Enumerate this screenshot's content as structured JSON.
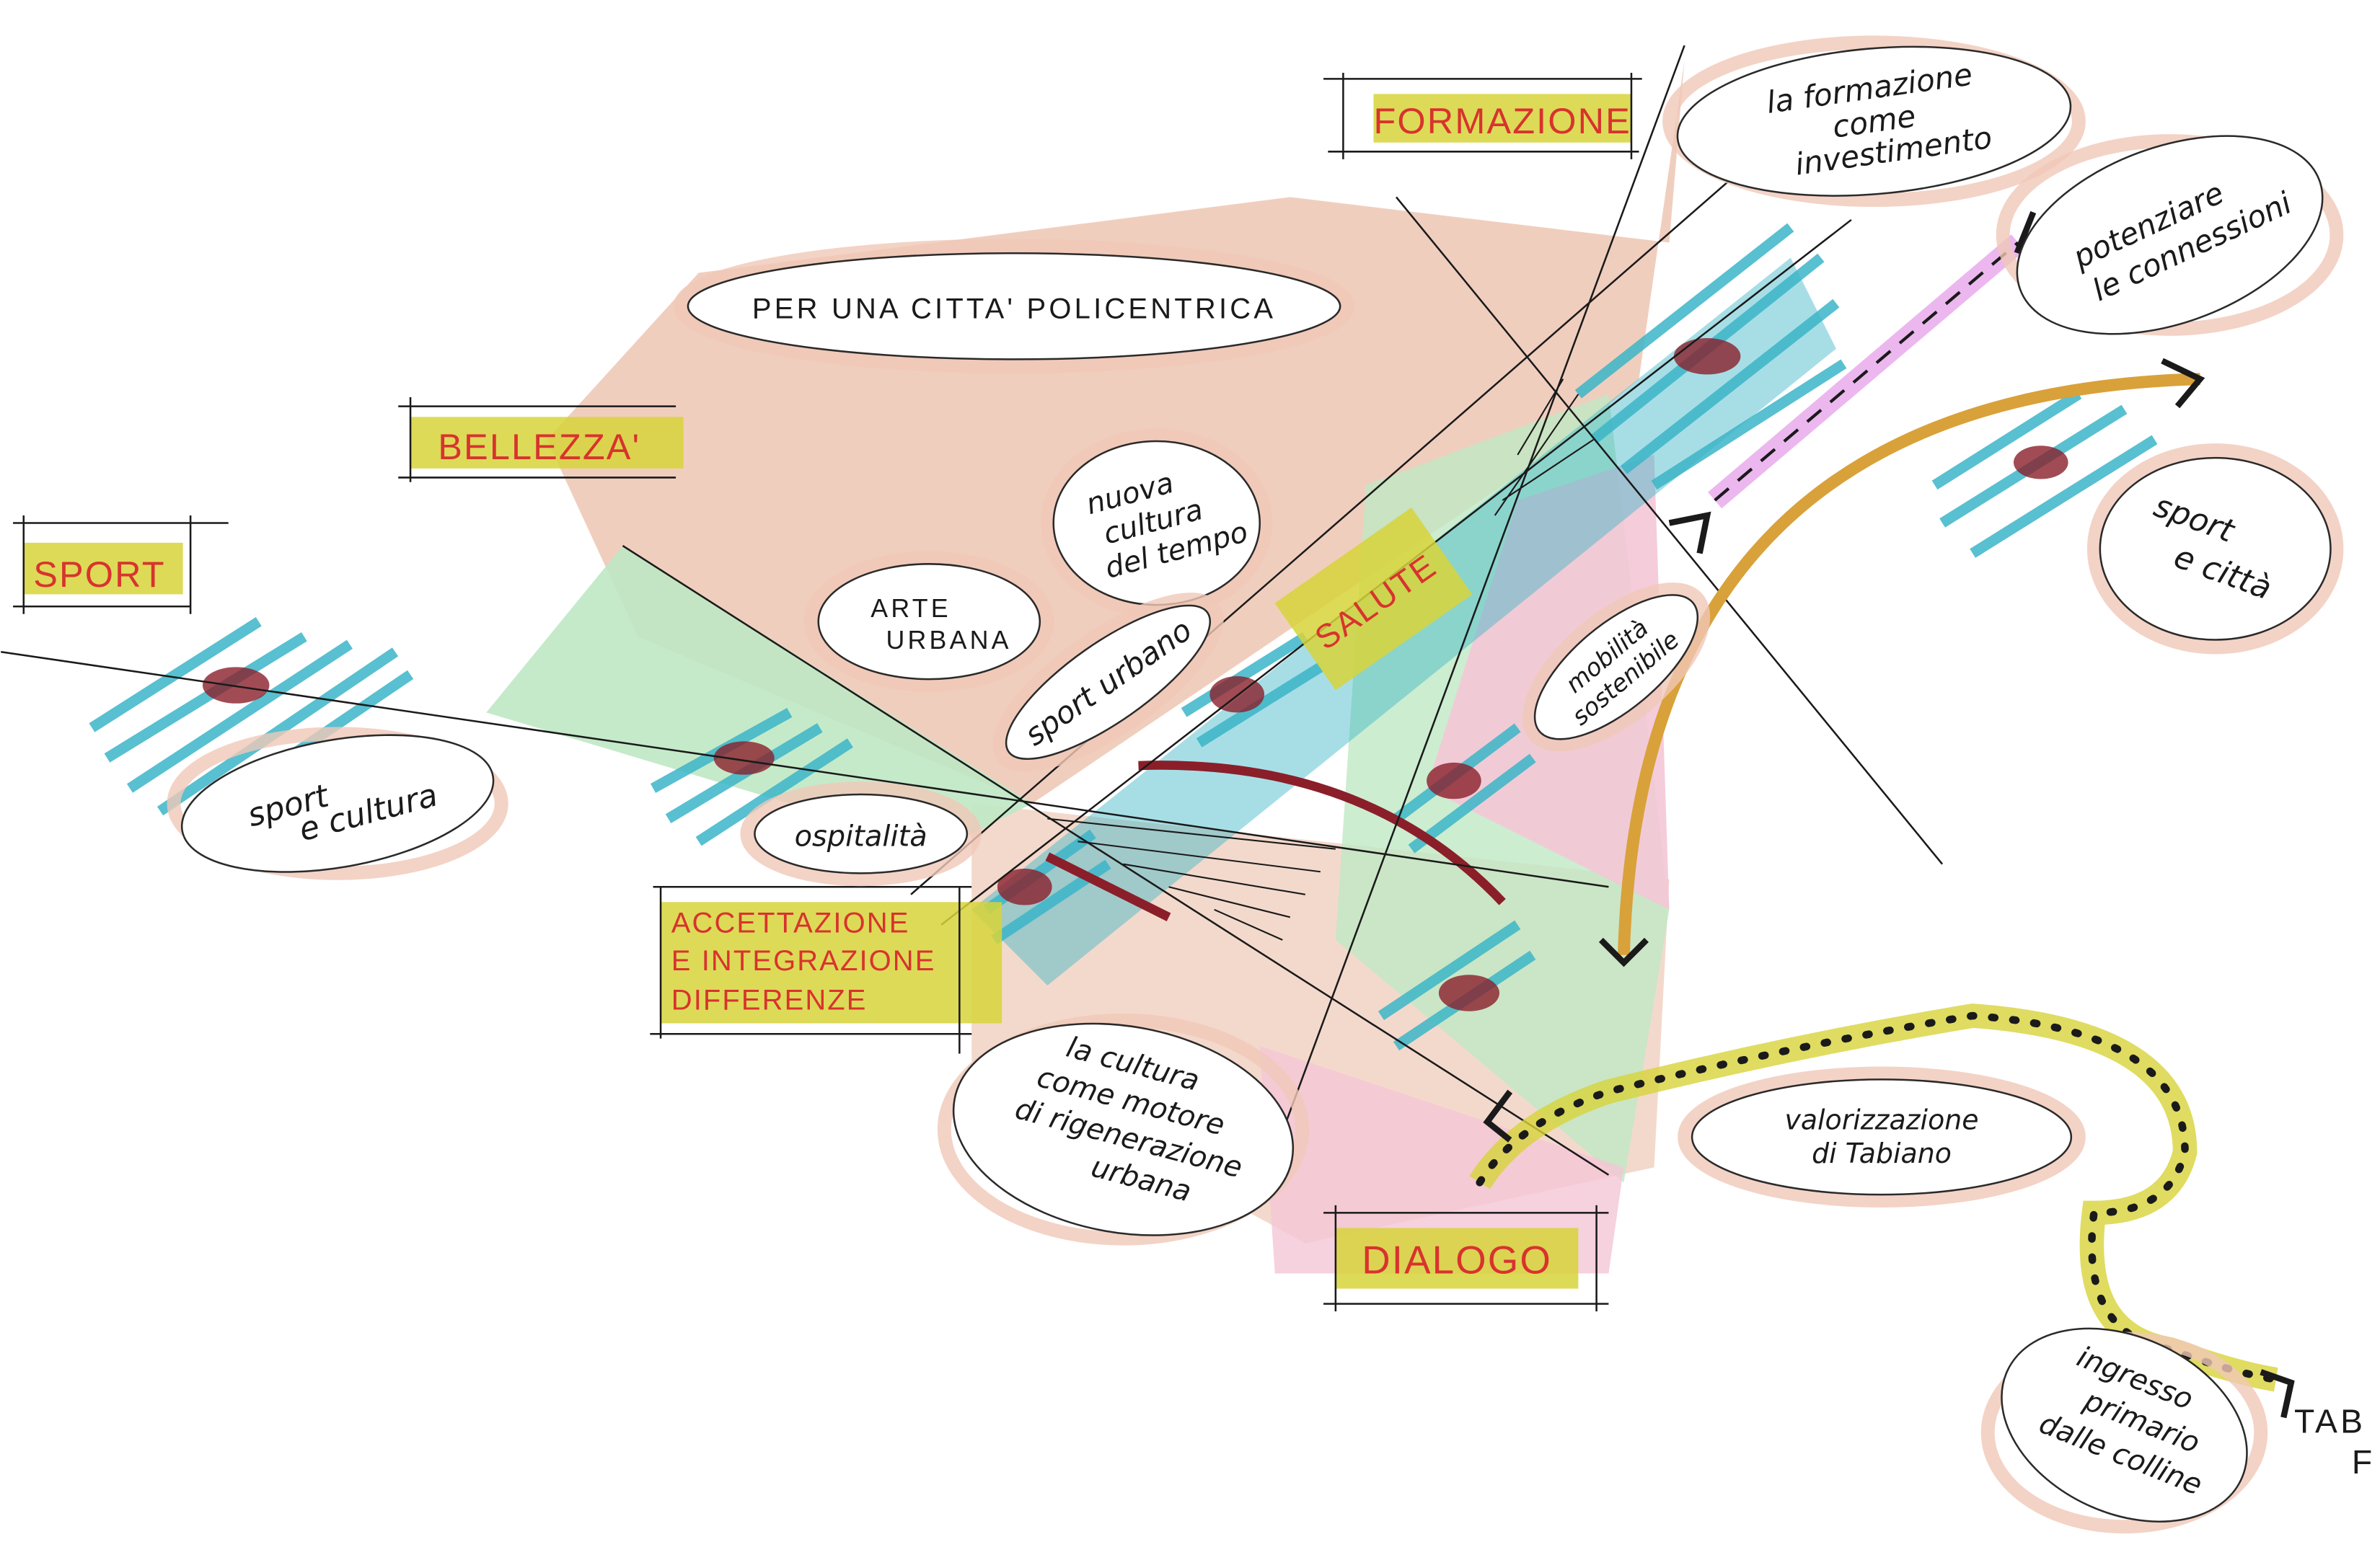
{
  "colors": {
    "peach": "#eab9a2",
    "green": "#bfe8c4",
    "cyan": "#3cb6c8",
    "pink": "#f4c6d6",
    "maroon": "#8a1f2a",
    "yellow": "#d7d33a",
    "orange": "#d9a13a",
    "violet": "#e8a6ec",
    "label_red": "#d8332e"
  },
  "themes": {
    "formazione": "FORMAZIONE",
    "bellezza": "BELLEZZA'",
    "sport": "SPORT",
    "salute": "SALUTE",
    "accettazione": [
      "ACCETTAZIONE",
      "E INTEGRAZIONE",
      "DIFFERENZE"
    ],
    "dialogo": "DIALOGO"
  },
  "bubbles": {
    "formazione": [
      "la formazione",
      "come",
      "investimento"
    ],
    "connessioni": [
      "potenziare",
      "le connessioni"
    ],
    "policentrica": "PER UNA CITTA' POLICENTRICA",
    "tempo": [
      "nuova",
      "cultura",
      "del tempo"
    ],
    "arte": [
      "ARTE",
      "URBANA"
    ],
    "sport_urbano": "sport urbano",
    "mobilita": [
      "mobilità",
      "sostenibile"
    ],
    "sport_citta": [
      "sport",
      "e città"
    ],
    "sport_cultura": [
      "sport",
      "e cultura"
    ],
    "ospitalita": "ospitalità",
    "cultura_motore": [
      "la cultura",
      "come motore",
      "di rigenerazione",
      "urbana"
    ],
    "tabiano": [
      "valorizzazione",
      "di Tabiano"
    ],
    "ingresso": [
      "ingresso",
      "primario",
      "dalle colline"
    ]
  },
  "edge_label": [
    "TAB",
    "F"
  ]
}
